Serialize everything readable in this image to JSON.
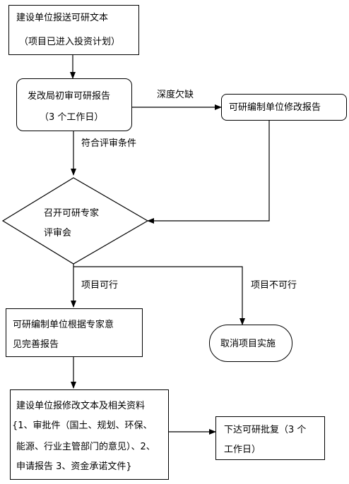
{
  "nodes": {
    "n1": {
      "line1": "建设单位报送可研文本",
      "line2": "（项目已进入投资计划）"
    },
    "n2": {
      "line1": "发改局初审可研报告",
      "line2": "（3 个工作日）"
    },
    "n3": {
      "line1": "可研编制单位修改报告"
    },
    "n4": {
      "line1": "召开可研专家",
      "line2": "评审会"
    },
    "n5": {
      "line1": "可研编制单位根据专家意",
      "line2": "见完善报告"
    },
    "n6": {
      "line1": "取消项目实施"
    },
    "n7": {
      "line1": "建设单位报修改文本及相关资料",
      "line2": "{1、审批件（国土、规划、环保、",
      "line3": "能源、行业主管部门的意见）、2、",
      "line4": "申请报告 3、资金承诺文件}"
    },
    "n8": {
      "line1": "下达可研批复（3 个",
      "line2": "工作日）"
    }
  },
  "edges": {
    "e_depth": "深度欠缺",
    "e_meets": "符合评审条件",
    "e_feasible": "项目可行",
    "e_infeasible": "项目不可行"
  },
  "colors": {
    "stroke": "#000000",
    "fill": "#ffffff"
  }
}
